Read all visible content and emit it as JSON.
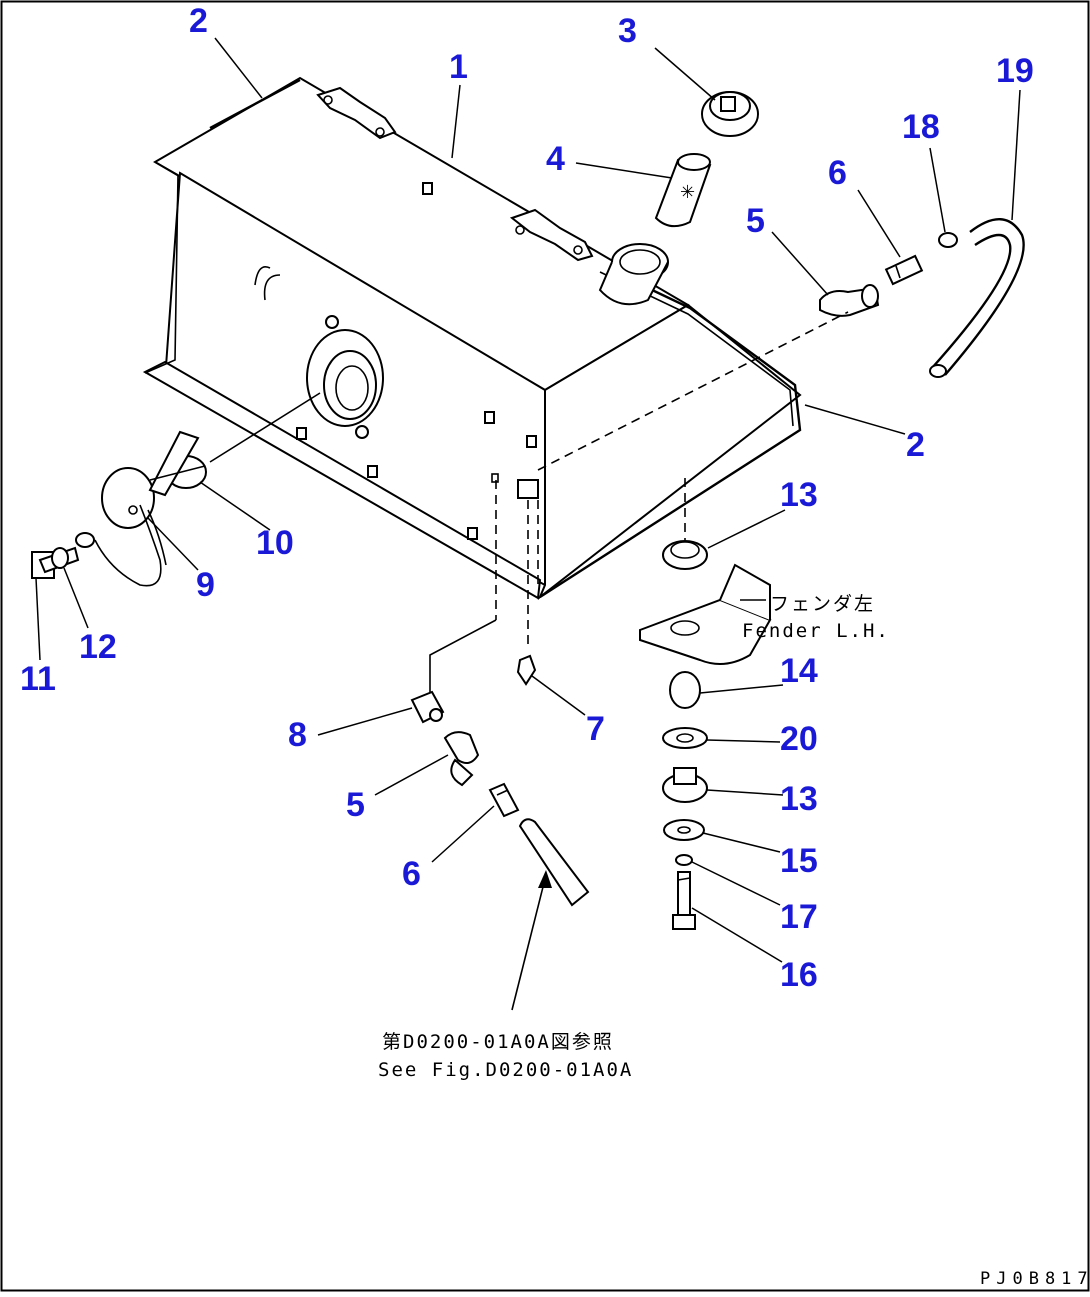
{
  "drawing": {
    "code": "PJ0B817",
    "callouts": [
      {
        "id": "c2a",
        "label": "2"
      },
      {
        "id": "c1",
        "label": "1"
      },
      {
        "id": "c3",
        "label": "3"
      },
      {
        "id": "c19",
        "label": "19"
      },
      {
        "id": "c18",
        "label": "18"
      },
      {
        "id": "c4",
        "label": "4"
      },
      {
        "id": "c6a",
        "label": "6"
      },
      {
        "id": "c5a",
        "label": "5"
      },
      {
        "id": "c2b",
        "label": "2"
      },
      {
        "id": "c13a",
        "label": "13"
      },
      {
        "id": "c10",
        "label": "10"
      },
      {
        "id": "c9",
        "label": "9"
      },
      {
        "id": "c12",
        "label": "12"
      },
      {
        "id": "c11",
        "label": "11"
      },
      {
        "id": "c14",
        "label": "14"
      },
      {
        "id": "c8",
        "label": "8"
      },
      {
        "id": "c7",
        "label": "7"
      },
      {
        "id": "c20",
        "label": "20"
      },
      {
        "id": "c13b",
        "label": "13"
      },
      {
        "id": "c5b",
        "label": "5"
      },
      {
        "id": "c15",
        "label": "15"
      },
      {
        "id": "c6b",
        "label": "6"
      },
      {
        "id": "c17",
        "label": "17"
      },
      {
        "id": "c16",
        "label": "16"
      }
    ],
    "fender_note": {
      "jp": "フェンダ左",
      "en": "Fender L.H."
    },
    "see_fig_note": {
      "jp": "第D0200-01A0A図参照",
      "en": "See Fig.D0200-01A0A"
    }
  }
}
